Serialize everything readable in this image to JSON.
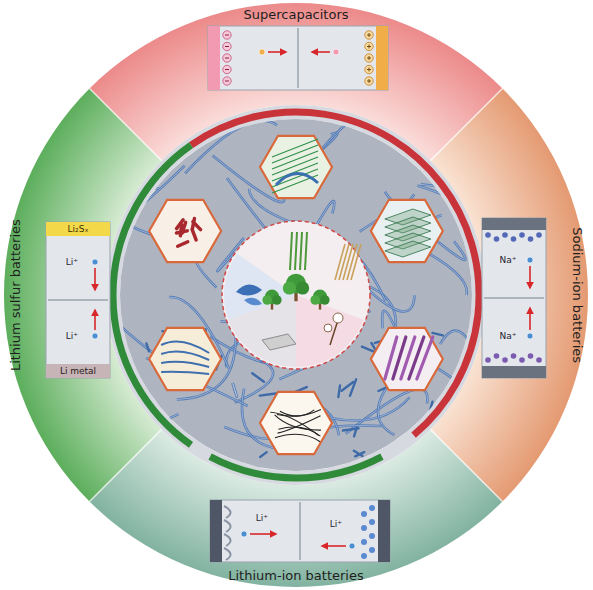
{
  "diagram": {
    "nodes": [
      {
        "text": [
          "Supercapacitors"
        ]
      },
      {
        "text": [
          "Sodium-ion batteries"
        ]
      },
      {
        "text": [
          "Lithium-ion batteries"
        ]
      },
      {
        "text": [
          "Lithium sulfur batteries"
        ]
      }
    ],
    "labels": [
      "Li₂Sₓ",
      "Li⁺",
      "Li⁺",
      "Li metal",
      "Na⁺",
      "Na⁺",
      "Li⁺",
      "Li⁺"
    ]
  }
}
